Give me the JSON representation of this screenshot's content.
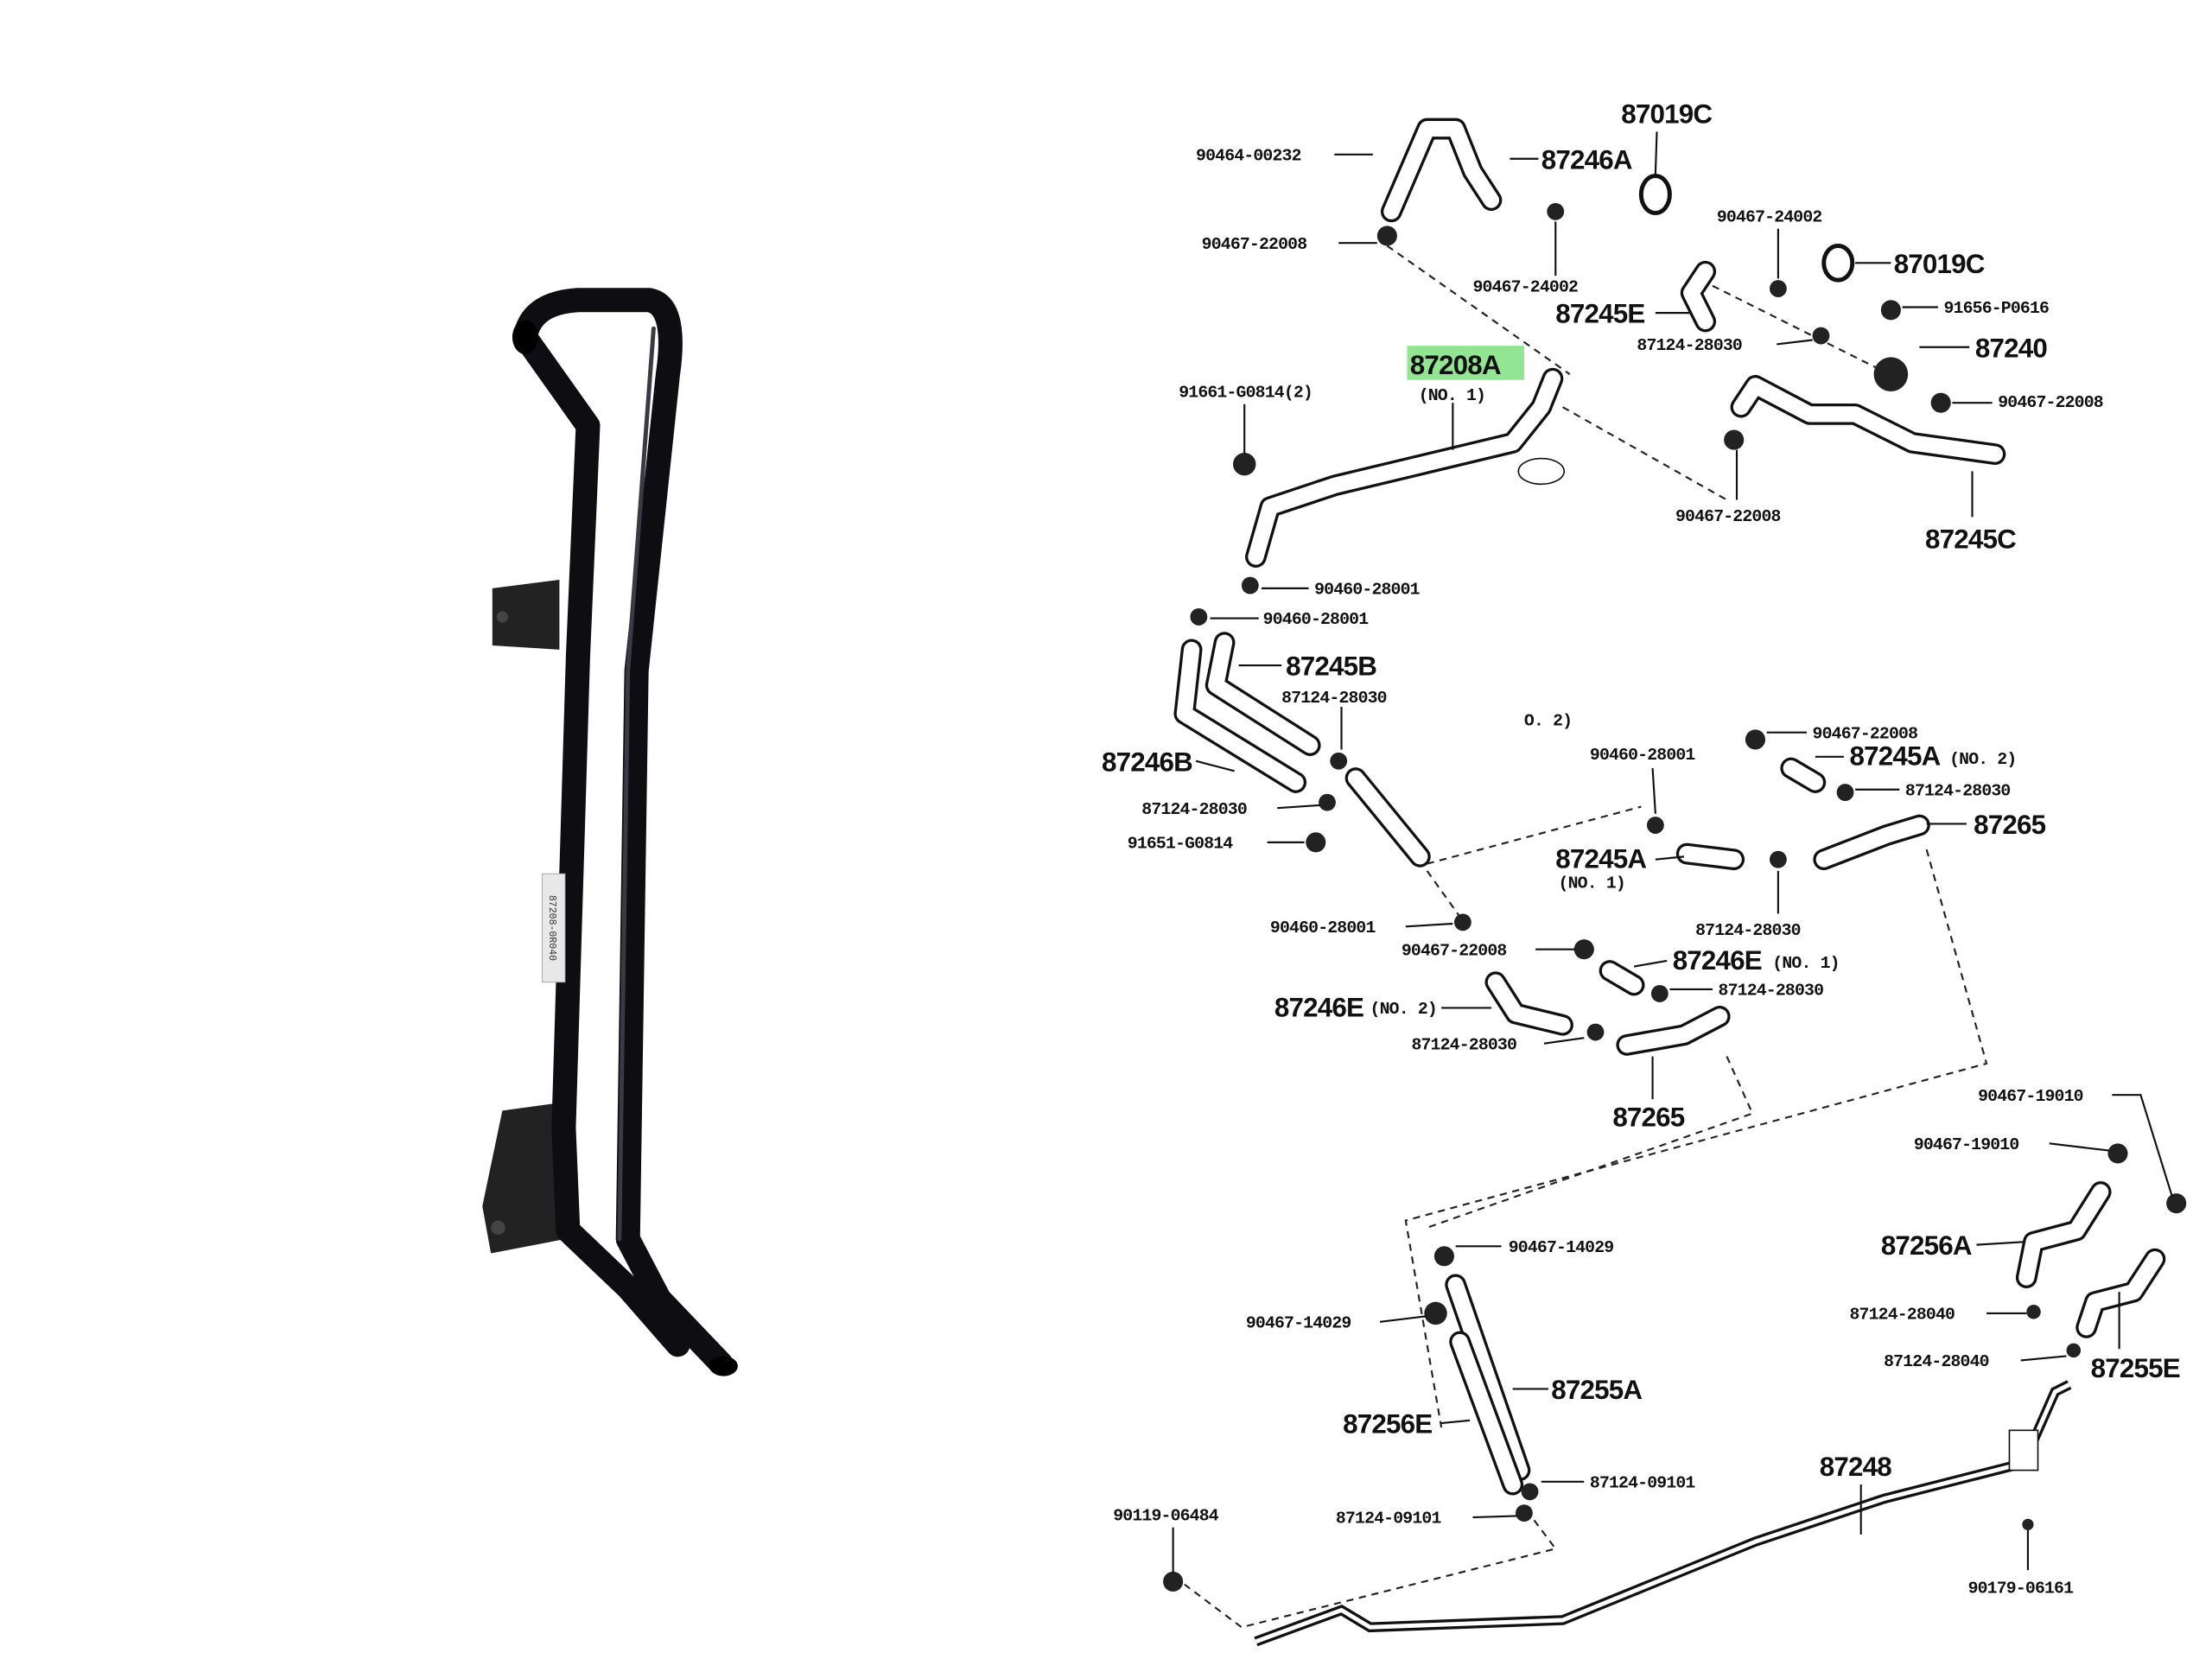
{
  "diagram": {
    "highlight_color": "#7fe07f",
    "highlighted_part": "87208A",
    "labels": [
      "90464-00232",
      "87246A",
      "87019C",
      "90467-22008",
      "90467-24002",
      "90467-24002",
      "87019C",
      "87245E",
      "91656-P0616",
      "87124-28030",
      "87240",
      "87208A",
      "(NO. 1)",
      "91661-G0814(2)",
      "90467-22008",
      "90467-22008",
      "87245C",
      "90460-28001",
      "90460-28001",
      "87245B",
      "87124-28030",
      "O. 2)",
      "87246B",
      "87124-28030",
      "91651-G0814",
      "90460-28001",
      "90467-22008",
      "87245A",
      "(NO. 2)",
      "87124-28030",
      "87265",
      "87245A",
      "(NO. 1)",
      "87124-28030",
      "90460-28001",
      "90467-22008",
      "87246E",
      "(NO. 1)",
      "87124-28030",
      "87246E",
      "(NO. 2)",
      "87124-28030",
      "87265",
      "90467-19010",
      "90467-19010",
      "87256A",
      "90467-14029",
      "90467-14029",
      "87124-28040",
      "87124-28040",
      "87255E",
      "87255A",
      "87256E",
      "87248",
      "87124-09101",
      "87124-09101",
      "90119-06484",
      "90179-06161"
    ]
  },
  "photo": {
    "sticker_text": "87208-0R040"
  }
}
